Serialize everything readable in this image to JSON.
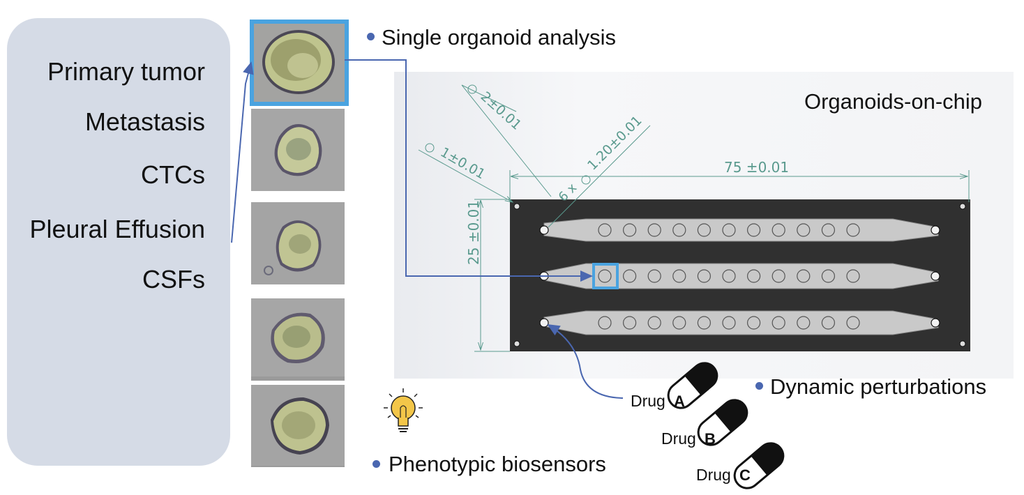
{
  "sources": {
    "items": [
      {
        "label": "Primary tumor"
      },
      {
        "label": "Metastasis"
      },
      {
        "label": "CTCs"
      },
      {
        "label": "Pleural Effusion"
      },
      {
        "label": "CSFs"
      }
    ]
  },
  "organoid_images": [
    "organoid-1",
    "organoid-2",
    "organoid-3",
    "organoid-4",
    "organoid-5"
  ],
  "bullets": {
    "single": "Single organoid analysis",
    "dynamic": "Dynamic perturbations",
    "phenotypic": "Phenotypic biosensors"
  },
  "chip": {
    "title": "Organoids-on-chip",
    "dim_width": "75 ±0.01",
    "dim_height": "25 ±0.01",
    "dim_d2": "2±0.01",
    "dim_d1": "1±0.01",
    "dim_well": "1.20±0.01",
    "dim_count": "6 x",
    "channels": 3,
    "wells_per_channel": 11
  },
  "drugs": [
    {
      "word": "Drug",
      "letter": "A"
    },
    {
      "word": "Drug",
      "letter": "B"
    },
    {
      "word": "Drug",
      "letter": "C"
    }
  ],
  "colors": {
    "accent_blue": "#4a67b0",
    "highlight_blue": "#4aa3e0",
    "panel": "#d5dbe6",
    "chip": "#303030",
    "dimension": "#5a9a8e"
  },
  "icons": [
    "light-bulb-icon",
    "pill-capsule-icon"
  ]
}
